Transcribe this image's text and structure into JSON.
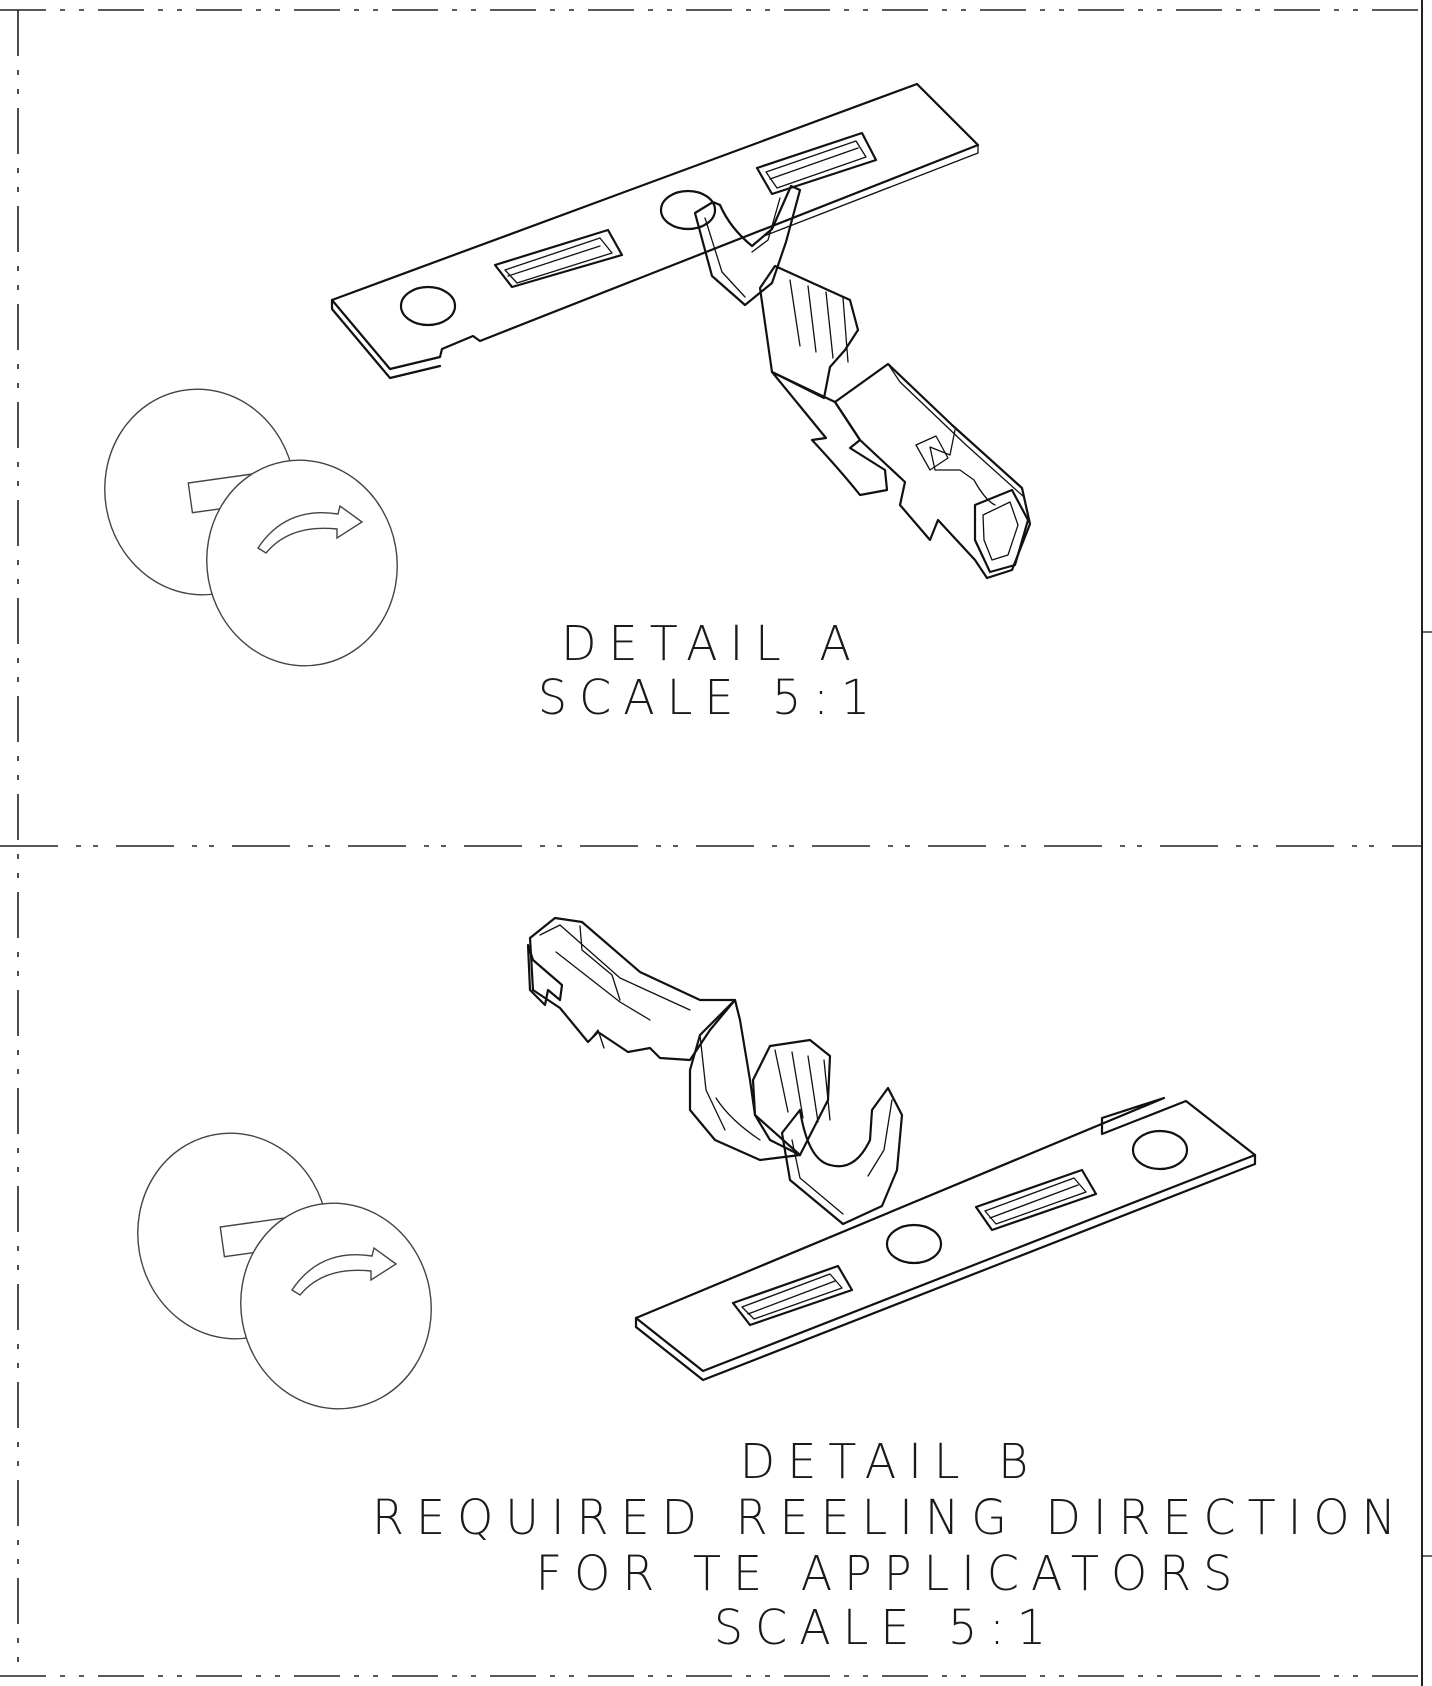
{
  "detail_a": {
    "title": "DETAIL A",
    "scale": "SCALE  5:1"
  },
  "detail_b": {
    "title": "DETAIL B",
    "line1": "REQUIRED REELING DIRECTION",
    "line2": "FOR TE APPLICATORS",
    "scale": "SCALE  5:1"
  }
}
